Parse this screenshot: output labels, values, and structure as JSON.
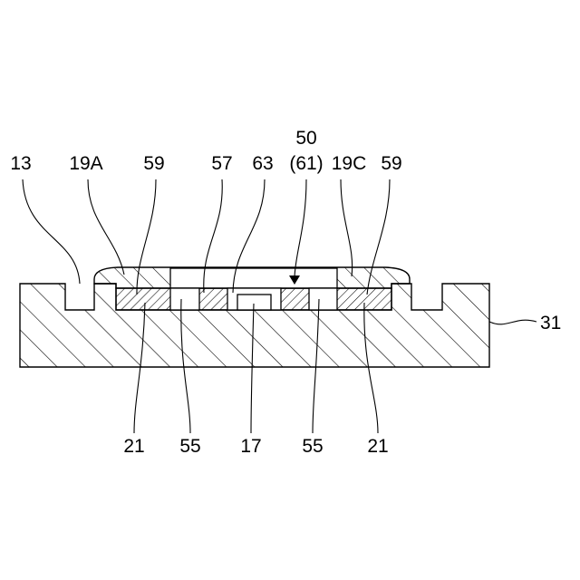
{
  "colors": {
    "line": "#000000",
    "background": "#ffffff"
  },
  "labels": {
    "l13": "13",
    "l19a": "19A",
    "l59a": "59",
    "l57": "57",
    "l63": "63",
    "l50": "50",
    "l61": "(61)",
    "l19c": "19C",
    "l59b": "59",
    "l31": "31",
    "l21a": "21",
    "l55a": "55",
    "l17": "17",
    "l55b": "55",
    "l21b": "21"
  }
}
